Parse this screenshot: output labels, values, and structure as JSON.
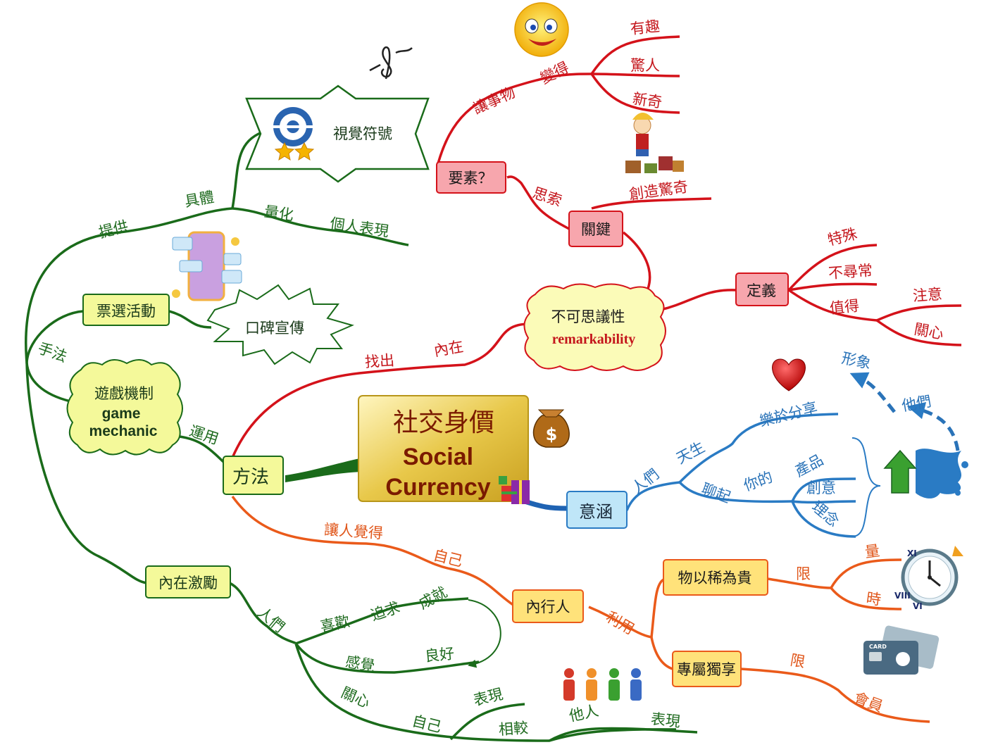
{
  "colors": {
    "green": "#1a6b1a",
    "red": "#d4121a",
    "orange": "#ea5a1a",
    "blue": "#2a7bc4",
    "green_box_fill": "#f4f99a",
    "red_box_fill": "#f7a6ad",
    "orange_box_fill": "#ffe27a",
    "blue_box_fill": "#bfe6f8",
    "center_fill": "#e8c84a"
  },
  "center": {
    "title": "社交身價",
    "subtitle_line1": "Social",
    "subtitle_line2": "Currency",
    "icons": [
      "money-bag-icon",
      "gift-icon"
    ]
  },
  "method": {
    "label": "方法",
    "left_branch": {
      "provide": "提供",
      "concrete": "具體",
      "visual_symbol": "視覺符號",
      "quantify": "量化",
      "personal_performance": "個人表現",
      "vote_activity": "票選活動",
      "word_of_mouth": "口碑宣傳",
      "technique": "手法",
      "game_mechanic_zh": "遊戲機制",
      "game_mechanic_en1": "game",
      "game_mechanic_en2": "mechanic",
      "use": "運用",
      "intrinsic_motivation": "內在激勵",
      "people": "人們",
      "like": "喜歡",
      "pursue": "追求",
      "achievement": "成就",
      "feeling": "感覺",
      "good": "良好",
      "care": "關心",
      "self": "自己",
      "performance": "表現",
      "compare": "相較",
      "others": "他人",
      "others_performance": "表現"
    },
    "top_branch": {
      "find": "找出",
      "inner": "內在",
      "remarkability_zh": "不可思議性",
      "remarkability_en": "remarkability",
      "key": "關鍵",
      "think": "思索",
      "create_surprise": "創造驚奇",
      "elements": "要素？",
      "make_things": "讓事物",
      "become": "變得",
      "fun": "有趣",
      "amazing": "驚人",
      "novel": "新奇",
      "definition": "定義",
      "special": "特殊",
      "unusual": "不尋常",
      "worth": "值得",
      "attention": "注意",
      "concern": "關心"
    },
    "bottom_branch": {
      "make_feel": "讓人覺得",
      "self": "自己",
      "insider": "內行人",
      "use": "利用",
      "scarcity": "物以稀為貴",
      "limit1": "限",
      "quantity": "量",
      "time": "時",
      "exclusive": "專屬獨享",
      "limit2": "限",
      "member": "會員"
    }
  },
  "meaning": {
    "label": "意涵",
    "people": "人們",
    "innate": "天生",
    "love_share": "樂於分享",
    "chat": "聊起",
    "your": "你的",
    "product": "產品",
    "creativity": "創意",
    "concept": "理念",
    "them": "他們",
    "image": "形象"
  },
  "card_text": "CARD",
  "clock_numerals": [
    "XI",
    "VIII",
    "VI"
  ]
}
